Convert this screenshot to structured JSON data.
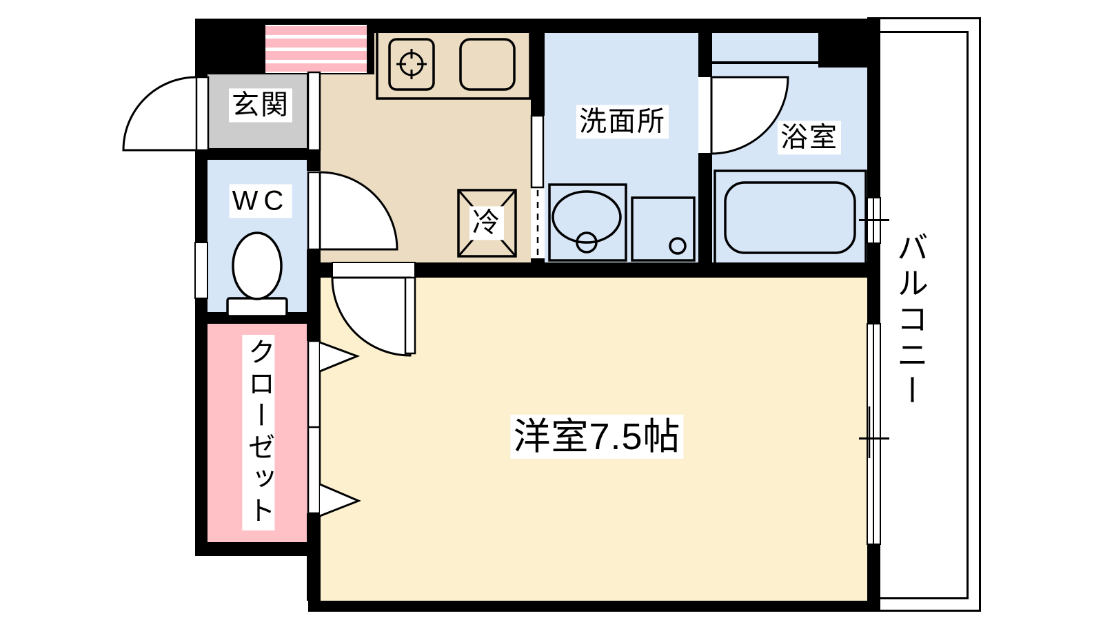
{
  "floorplan": {
    "rooms": {
      "genkan": {
        "label": "玄関"
      },
      "wc": {
        "label": "WC"
      },
      "closet": {
        "label": "クローゼット"
      },
      "washroom": {
        "label": "洗面所"
      },
      "bathroom": {
        "label": "浴室"
      },
      "main_room": {
        "label": "洋室7.5帖"
      },
      "balcony": {
        "label": "バルコニー"
      },
      "refrigerator": {
        "label": "冷"
      }
    },
    "colors": {
      "wall": "#000000",
      "genkan_floor": "#cccccc",
      "wet_room_floor": "#d7e6f7",
      "kitchen_floor": "#ebdcc2",
      "main_room_floor": "#fcf0cf",
      "closet_floor": "#ffc1c6",
      "cabinet_stripe": "#ffb9c3",
      "fixture_line": "#000000",
      "outside": "#ffffff"
    }
  }
}
